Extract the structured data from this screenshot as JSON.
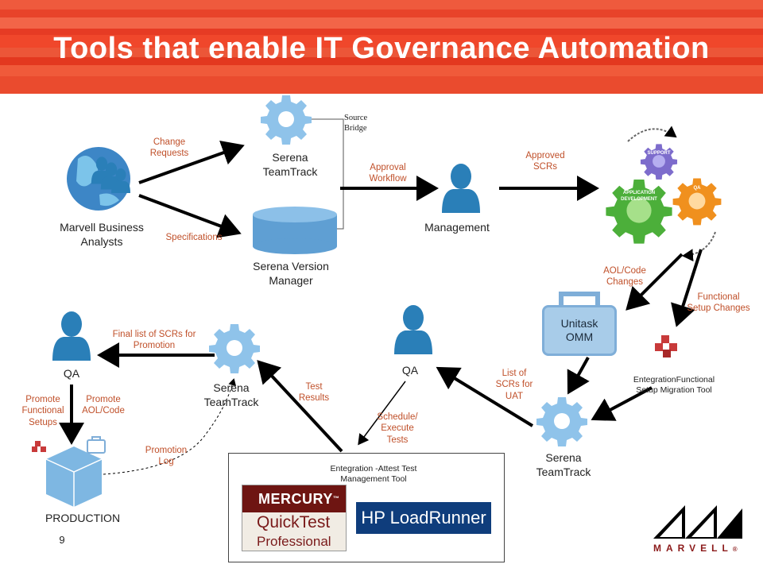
{
  "slide": {
    "title": "Tools that enable IT Governance Automation",
    "page_number": "9"
  },
  "nodes": {
    "analysts": "Marvell Business\nAnalysts",
    "teamtrack_top": "Serena\nTeamTrack",
    "version_manager": "Serena Version\nManager",
    "management": "Management",
    "unitask": "Unitask\nOMM",
    "entegration_functional": "EntegrationFunctional\nSetup Migration Tool",
    "teamtrack_right": "Serena\nTeamTrack",
    "qa_middle": "QA",
    "teamtrack_left": "Serena\nTeamTrack",
    "qa_left": "QA",
    "production": "PRODUCTION",
    "attest": "Entegration -Attest Test\nManagement Tool"
  },
  "edge_labels": {
    "change_requests": "Change\nRequests",
    "specifications": "Specifications",
    "source_bridge": "Source\nBridge",
    "approval_workflow": "Approval\nWorkflow",
    "approved_scrs": "Approved\nSCRs",
    "aol_code_changes": "AOL/Code\nChanges",
    "functional_setup_changes": "Functional\nSetup Changes",
    "list_scrs_uat": "List of\nSCRs for\nUAT",
    "schedule_execute": "Schedule/\nExecute\nTests",
    "test_results": "Test\nResults",
    "final_list": "Final list of SCRs for\nPromotion",
    "promote_functional": "Promote\nFunctional\nSetups",
    "promote_aol": "Promote\nAOL/Code",
    "promotion_log": "Promotion\nLog"
  },
  "gears": {
    "support": "SUPPORT",
    "qa": "QA",
    "app_dev": "APPLICATION DEVELOPMENT"
  },
  "logos": {
    "mercury": "MERCURY",
    "mercury_tm": "™",
    "quicktest": "QuickTest",
    "professional": "Professional",
    "hp_loadrunner": "HP LoadRunner",
    "marvell": "MARVELL",
    "marvell_reg": "®"
  },
  "colors": {
    "header_red": "#f0472b",
    "person_blue": "#2a7fb8",
    "gear_blue": "#8fc3ea",
    "label_orange": "#c0502a",
    "marvell_red": "#8b1a1a",
    "gear_green": "#4caf3a",
    "gear_orange": "#f0901e",
    "gear_purple": "#7d6ccc"
  }
}
